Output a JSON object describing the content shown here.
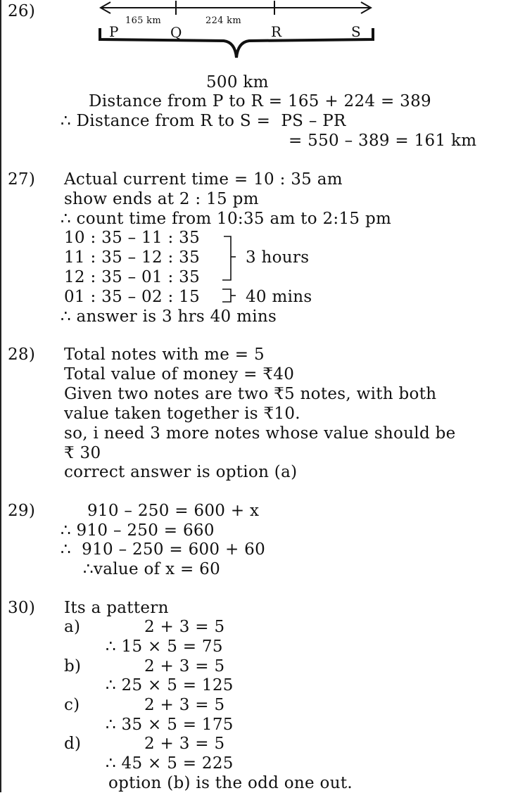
{
  "q26": {
    "number": "26)",
    "diagram": {
      "points": [
        "P",
        "Q",
        "R",
        "S"
      ],
      "seg_pq": "165 km",
      "seg_qr": "224 km",
      "total": "500 km"
    },
    "lines": [
      "Distance from P to R = 165 + 224 = 389",
      "∴ Distance from R to S =  PS – PR",
      "= 550 – 389 = 161 km"
    ]
  },
  "q27": {
    "number": "27)",
    "lines": [
      "Actual current time = 10 : 35 am",
      "show ends at 2 : 15 pm",
      "∴ count time from 10:35 am to 2:15 pm",
      "10 : 35 – 11 : 35",
      "11 : 35 – 12 : 35",
      "12 : 35 – 01 : 35",
      "01 : 35 – 02 : 15",
      "∴ answer is 3 hrs 40 mins"
    ],
    "brace_hours": "3 hours",
    "brace_mins": "40 mins"
  },
  "q28": {
    "number": "28)",
    "lines": [
      "Total notes with me = 5",
      "Total value of money = ₹40",
      "Given two notes are two ₹5 notes, with both",
      "value taken together is ₹10.",
      "so, i need 3 more notes whose value should be",
      "₹ 30",
      "correct answer is option (a)"
    ]
  },
  "q29": {
    "number": "29)",
    "lines": [
      "910 – 250 = 600 + x",
      "∴ 910 – 250 = 660",
      "∴  910 – 250 = 600 + 60",
      "∴value of x = 60"
    ]
  },
  "q30": {
    "number": "30)",
    "intro": "Its a pattern",
    "options": [
      {
        "label": "a)",
        "sum": "2 + 3 = 5",
        "product": "∴ 15 × 5 = 75"
      },
      {
        "label": "b)",
        "sum": "2 + 3 = 5",
        "product": "∴ 25 × 5 = 125"
      },
      {
        "label": "c)",
        "sum": "2 + 3 = 5",
        "product": "∴ 35 × 5 = 175"
      },
      {
        "label": "d)",
        "sum": "2 + 3 = 5",
        "product": "∴ 45 × 5 = 225"
      }
    ],
    "conclusion": "option (b) is the odd one out."
  }
}
